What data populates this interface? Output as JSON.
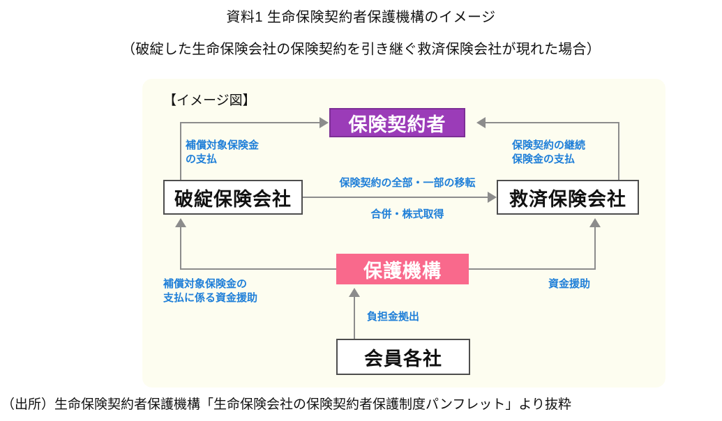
{
  "document": {
    "title": "資料1  生命保険契約者保護機構のイメージ",
    "subtitle": "（破綻した生命保険会社の保険契約を引き継ぐ救済保険会社が現れた場合）",
    "source": "（出所）生命保険契約者保護機構「生命保険会社の保険契約者保護制度パンフレット」より抜粋"
  },
  "diagram": {
    "caption": "【イメージ図】",
    "colors": {
      "panel_background": "#fdfdf0",
      "policyholder_box": "#9b3cb8",
      "protection_box": "#f9698c",
      "plain_box": "#ffffff",
      "box_border": "#4d4d4d",
      "connector": "#8c8c8c",
      "label_text": "#1f7fd8"
    },
    "nodes": [
      {
        "id": "policyholder",
        "label": "保険契約者",
        "style": "purple"
      },
      {
        "id": "failed_insurer",
        "label": "破綻保険会社",
        "style": "plain"
      },
      {
        "id": "rescue_insurer",
        "label": "救済保険会社",
        "style": "plain"
      },
      {
        "id": "protection_org",
        "label": "保護機構",
        "style": "pink"
      },
      {
        "id": "member_companies",
        "label": "会員各社",
        "style": "plain"
      }
    ],
    "edges": [
      {
        "id": "comp_pay",
        "from": "failed_insurer",
        "to": "policyholder",
        "label_line1": "補償対象保険金",
        "label_line2": "の支払"
      },
      {
        "id": "continue",
        "from": "rescue_insurer",
        "to": "policyholder",
        "label_line1": "保険契約の継続",
        "label_line2": "保険金の支払"
      },
      {
        "id": "transfer",
        "from": "failed_insurer",
        "to": "rescue_insurer",
        "label_above": "保険契約の全部・一部の移転",
        "label_below": "合併・株式取得"
      },
      {
        "id": "fund_support",
        "from": "protection_org",
        "to": "failed_insurer",
        "label_line1": "補償対象保険金の",
        "label_line2": "支払に係る資金援助"
      },
      {
        "id": "fund_aid",
        "from": "protection_org",
        "to": "rescue_insurer",
        "label": "資金援助"
      },
      {
        "id": "contribution",
        "from": "member_companies",
        "to": "protection_org",
        "label": "負担金拠出"
      }
    ]
  }
}
